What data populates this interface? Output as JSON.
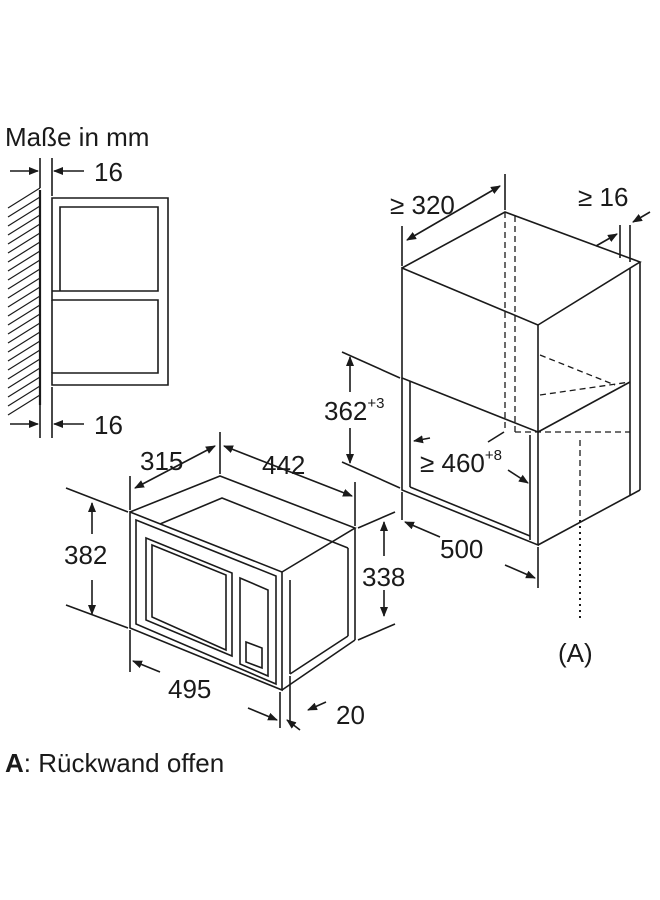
{
  "units_label": "Maße in mm",
  "side_view": {
    "top_gap": "16",
    "bottom_gap": "16"
  },
  "cabinet": {
    "width_min": "≥ 320",
    "rear_gap_min": "≥ 16",
    "opening_height": "362",
    "opening_height_tol": "+3",
    "opening_width_min": "≥ 460",
    "opening_width_tol": "+8",
    "depth": "500",
    "marker": "(A)"
  },
  "appliance": {
    "depth": "315",
    "width_top": "442",
    "height_front": "382",
    "height_side": "338",
    "width_front": "495",
    "frame_depth": "20"
  },
  "footnote": {
    "key": "A",
    "text": ": Rückwand offen"
  }
}
